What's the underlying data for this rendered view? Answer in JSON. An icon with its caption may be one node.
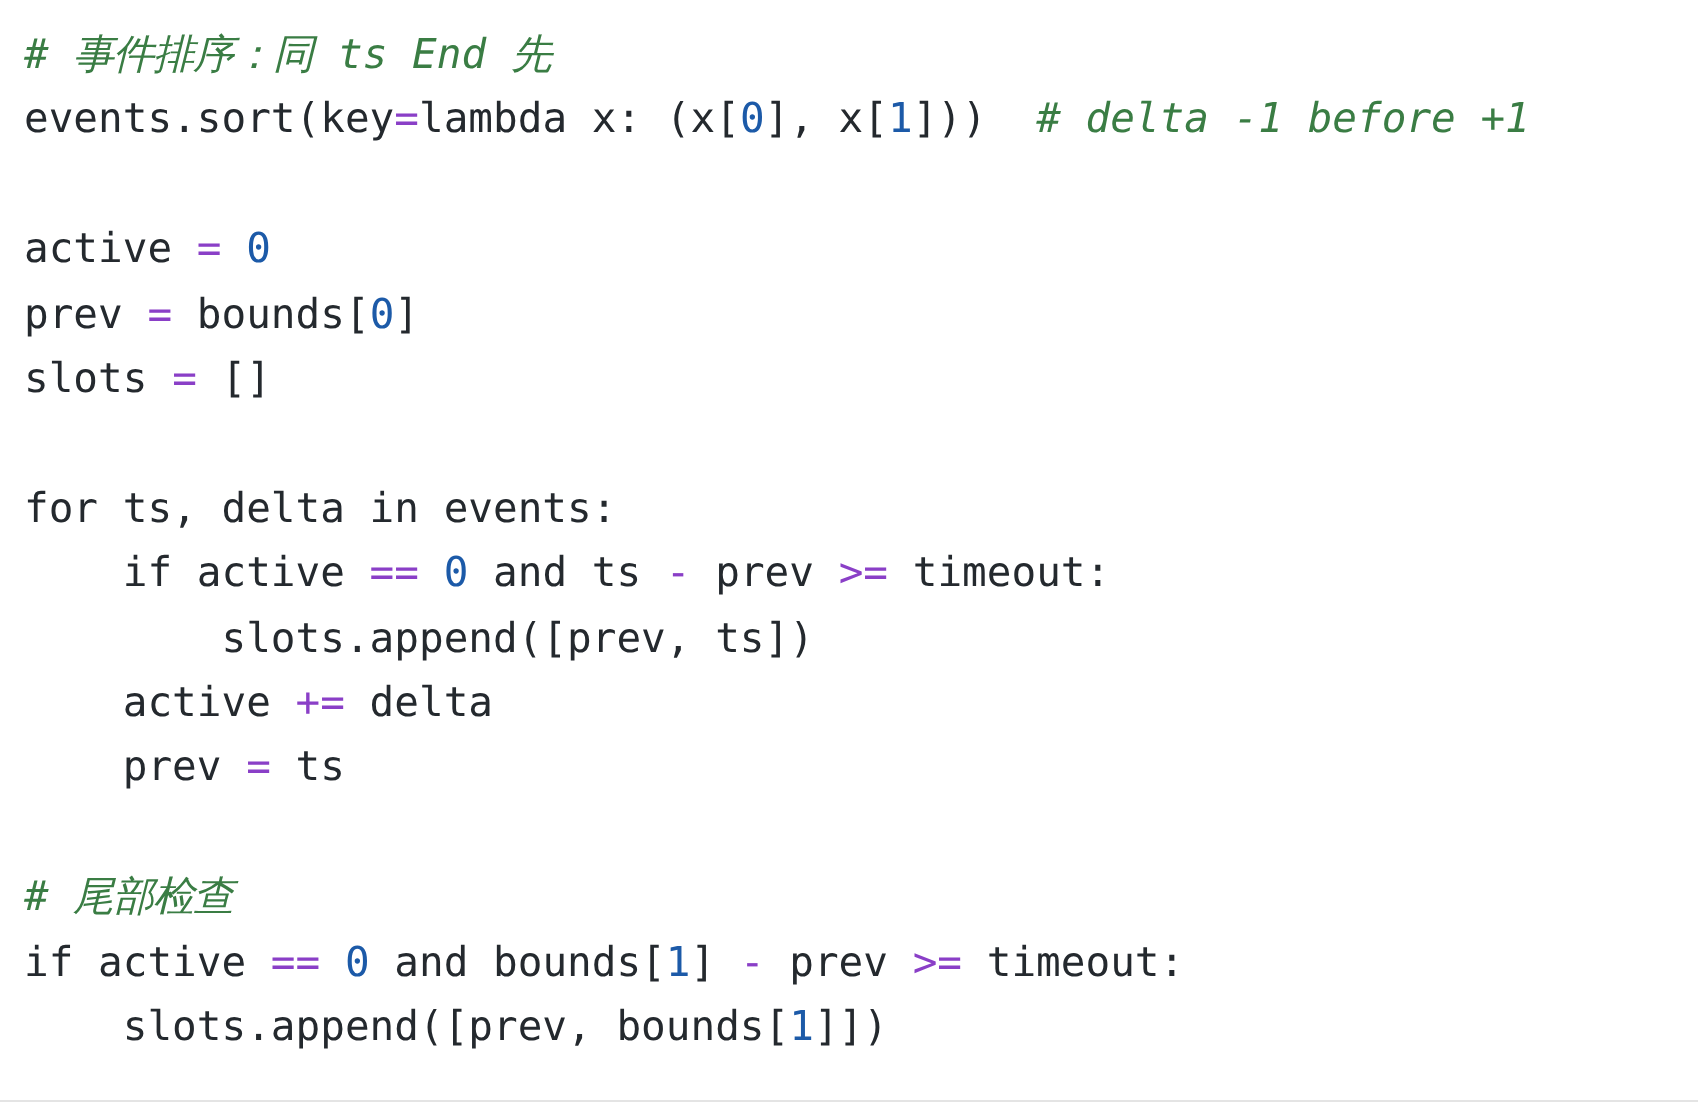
{
  "diagram": {
    "labels": [
      "# 事件排序：同 ts End 先",
      "events.sort(key=lambda x: (x[0], x[1]))  # delta -1 before +1",
      "active = 0",
      "prev = bounds[0]",
      "slots = []",
      "for ts, delta in events:",
      "    if active == 0 and ts - prev >= timeout:",
      "        slots.append([prev, ts])",
      "    active += delta",
      "    prev = ts",
      "# 尾部检查",
      "if active == 0 and bounds[1] - prev >= timeout:",
      "    slots.append([prev, bounds[1]])"
    ]
  }
}
